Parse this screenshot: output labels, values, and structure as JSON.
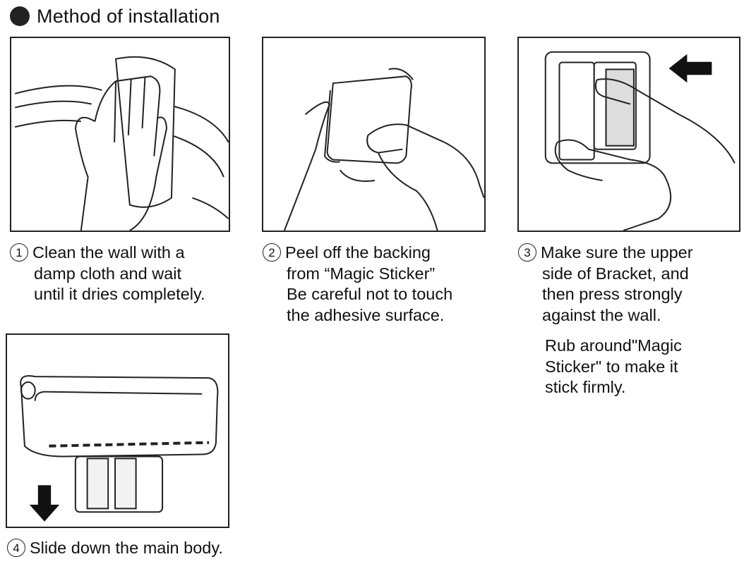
{
  "header": {
    "title": "Method of installation"
  },
  "steps": [
    {
      "number": "1",
      "lines": [
        "Clean the wall with a",
        "damp cloth and wait",
        "until it dries completely."
      ]
    },
    {
      "number": "2",
      "lines": [
        "Peel off the backing",
        "from “Magic Sticker”",
        "Be careful not to touch",
        "the adhesive surface."
      ]
    },
    {
      "number": "3",
      "lines": [
        "Make sure the upper",
        "side of Bracket, and",
        "then press strongly",
        "against the wall."
      ],
      "extra_lines": [
        "Rub around\"Magic",
        "Sticker\" to make it",
        "stick firmly."
      ]
    },
    {
      "number": "4",
      "lines": [
        "Slide down the main body."
      ]
    }
  ],
  "icons": [
    "bullet-icon",
    "hand-wipe-illustration",
    "peel-sticker-illustration",
    "press-bracket-illustration",
    "slide-body-illustration",
    "arrow-left-icon",
    "arrow-down-icon"
  ]
}
